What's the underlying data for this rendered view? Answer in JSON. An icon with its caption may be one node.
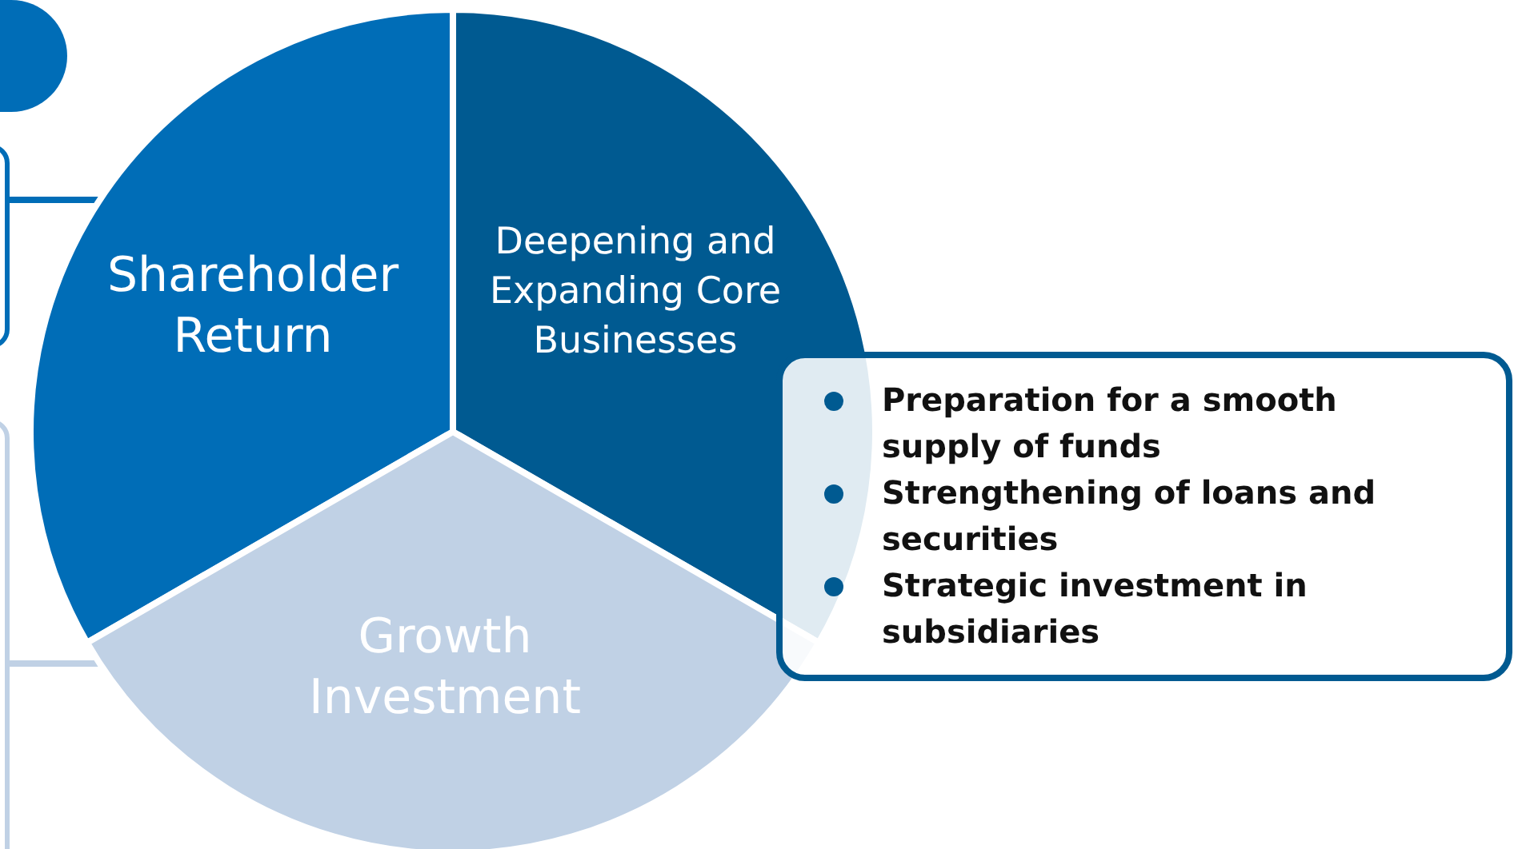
{
  "diagram": {
    "nodes": [
      {
        "text": [],
        "shape": "box"
      },
      {
        "text": [],
        "shape": "box"
      },
      {
        "text": [],
        "shape": "box"
      },
      {
        "text": [
          "Shareholder Return"
        ]
      },
      {
        "text": [
          "Deepening and Expanding Core Businesses"
        ]
      },
      {
        "text": [
          "Growth Investment"
        ]
      },
      {
        "text": [
          "Preparation for a smooth supply of funds",
          "Strengthening of loans and securities",
          "Strategic investment in subsidiaries"
        ]
      }
    ],
    "edges": [
      {
        "from": 1,
        "to": 3,
        "arrow": "none",
        "color": "#006db7"
      },
      {
        "from": 2,
        "to": 5,
        "arrow": "none",
        "color": "#c0d1e5"
      }
    ]
  }
}
